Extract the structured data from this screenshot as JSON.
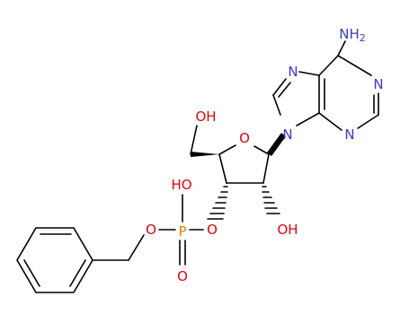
{
  "colors": {
    "bond": "#000000",
    "oxygen": "#e8000b",
    "nitrogen": "#3a3acc",
    "phosphorus": "#e68000"
  },
  "atoms": {
    "nh2": {
      "n": "NH",
      "sub": "2"
    },
    "n7": "N",
    "n1": "N",
    "n9": "N",
    "n3": "N",
    "o5": "OH",
    "o4": "O",
    "po_h": "HO",
    "o2": "OH",
    "o_bn": "O",
    "p": "P",
    "o3": "O",
    "p_dbl_o": "O"
  }
}
